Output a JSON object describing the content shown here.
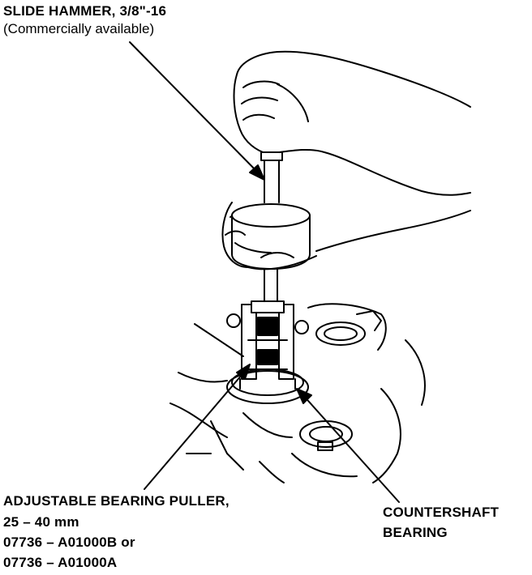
{
  "labels": {
    "slide_hammer": {
      "title": "SLIDE HAMMER, 3/8\"-16",
      "subtitle": "(Commercially available)"
    },
    "bearing_puller": {
      "line1": "ADJUSTABLE BEARING PULLER,",
      "line2": "25 – 40 mm",
      "line3": "07736 – A01000B or",
      "line4": "07736 – A01000A"
    },
    "countershaft_bearing": {
      "line1": "COUNTERSHAFT",
      "line2": "BEARING"
    }
  },
  "colors": {
    "ink": "#000000",
    "paper": "#ffffff"
  },
  "icons": {
    "hand": "hand-icon",
    "slide_hammer": "slide-hammer-icon",
    "bearing_puller": "bearing-puller-icon",
    "transmission_case": "transmission-case-icon"
  }
}
